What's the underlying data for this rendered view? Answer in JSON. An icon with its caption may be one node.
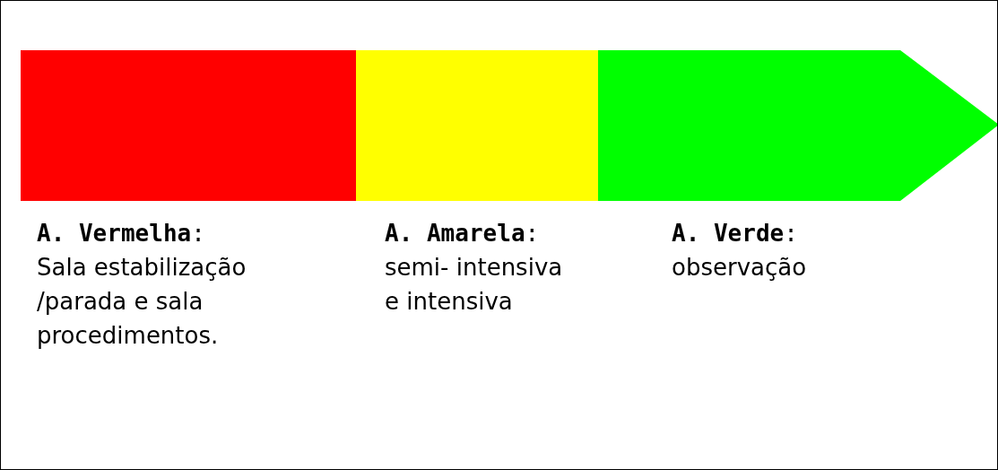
{
  "diagram": {
    "nodes": [
      {
        "text": [
          "**A. Vermelha**:",
          "Sala estabilização /parada e sala procedimentos."
        ]
      },
      {
        "text": [
          "**A. Amarela**:",
          "semi- intensiva e intensiva"
        ]
      },
      {
        "text": [
          "**A. Verde**:",
          "observação"
        ]
      }
    ]
  }
}
